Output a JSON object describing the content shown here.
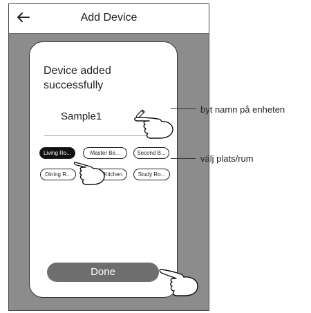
{
  "header": {
    "title": "Add Device",
    "back_icon": "arrow-left-icon"
  },
  "card": {
    "message": "Device added successfully",
    "device_name": "Sample1",
    "edit_icon": "pencil-icon",
    "rooms": [
      {
        "label": "Living Ro...",
        "selected": true
      },
      {
        "label": "Master Be...",
        "selected": false
      },
      {
        "label": "Second B...",
        "selected": false
      },
      {
        "label": "Dining R...",
        "selected": false
      },
      {
        "label": "Kitchen",
        "selected": false
      },
      {
        "label": "Study Ro...",
        "selected": false
      }
    ],
    "done_label": "Done"
  },
  "annotations": {
    "rename": "byt namn på enheten",
    "choose_room": "välj plats/rum"
  },
  "colors": {
    "phone_bg": "#8c8c8c",
    "card_bg": "#ffffff",
    "done_bg": "#6e6e6e",
    "selected_chip": "#111111"
  }
}
